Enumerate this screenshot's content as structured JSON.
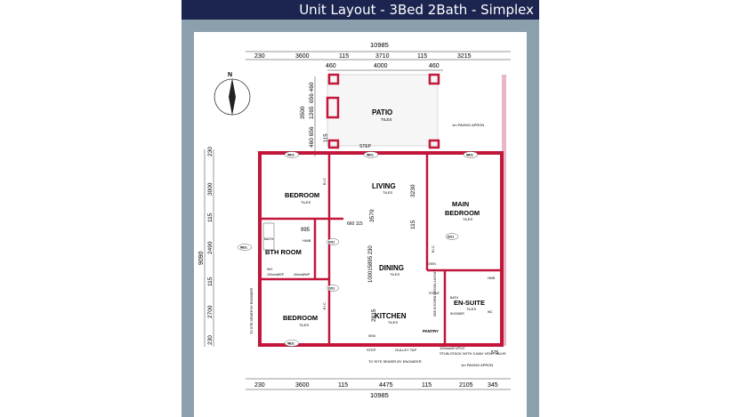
{
  "header": {
    "title": "Unit Layout - 3Bed 2Bath - Simplex"
  },
  "colors": {
    "wall": "#c2163a",
    "frame": "#8c9fac",
    "banner": "#1b2550"
  },
  "dimensions": {
    "top_total": "10985",
    "top_row": [
      "230",
      "3600",
      "115",
      "3710",
      "115",
      "3215"
    ],
    "top_inner": [
      "460",
      "4000",
      "460"
    ],
    "bottom_row": [
      "230",
      "3600",
      "115",
      "4475",
      "115",
      "2105",
      "345"
    ],
    "bottom_total": "10985",
    "left_col": [
      "230",
      "3000",
      "115",
      "2490",
      "115",
      "2700",
      "230"
    ],
    "left_total": "9090",
    "patio_col": [
      "656 460",
      "1265",
      "3500",
      "460 656",
      "115"
    ]
  },
  "rooms": {
    "patio": "PATIO",
    "patio_finish": "TILES",
    "bedroom1": "BEDROOM",
    "bedroom1_finish": "TILES",
    "living": "LIVING",
    "living_finish": "TILES",
    "main_bedroom": "MAIN\nBEDROOM",
    "main_bedroom_line1": "MAIN",
    "main_bedroom_line2": "BEDROOM",
    "main_bedroom_finish": "TILES",
    "bathroom": "BTH ROOM",
    "dining": "DINING",
    "dining_finish": "TILES",
    "ensuite": "EN-SUITE",
    "ensuite_finish": "TILES",
    "bedroom2": "BEDROOM",
    "bedroom2_finish": "TILES",
    "kitchen": "KITCHEN",
    "kitchen_finish": "TILES",
    "pantry": "PANTRY"
  },
  "labels": {
    "step_top": "STEP",
    "step_bottom": "STEP",
    "paving_top": "1m PAVING APRON",
    "paving_bottom": "1m PAVING APRON",
    "site_sewer_left": "TO SITE SEWER BY ENGINEER",
    "site_sewer_bottom": "TO SITE SEWER BY ENGINEER",
    "gulley": "GULLEY TAP",
    "stubstack": "STUB-STACK WITH 3-WAY VENT VALVE",
    "upvc": "100mmØ UPVC",
    "bic": "B.I.C",
    "hwb": "HWB",
    "wc": "WC",
    "bath": "BATH",
    "shower": "SHOWER",
    "sink": "SINK",
    "stove": "STOVE",
    "oven": "OVEN",
    "kitchen_note": "SEE KITCHEN DESIGN LAYOUT",
    "bath_pipe1": "100mmØSP",
    "bath_pipe2": "40mmØWP",
    "dim_3570": "3570",
    "dim_3230": "3230",
    "dim_115": "115",
    "dim_2815": "2815",
    "dim_995": "995",
    "dim_stack": "100015895 230",
    "dim_660": "660 115",
    "dim_575": "575",
    "window_tag": "WD1",
    "door_tag": "DO1"
  }
}
